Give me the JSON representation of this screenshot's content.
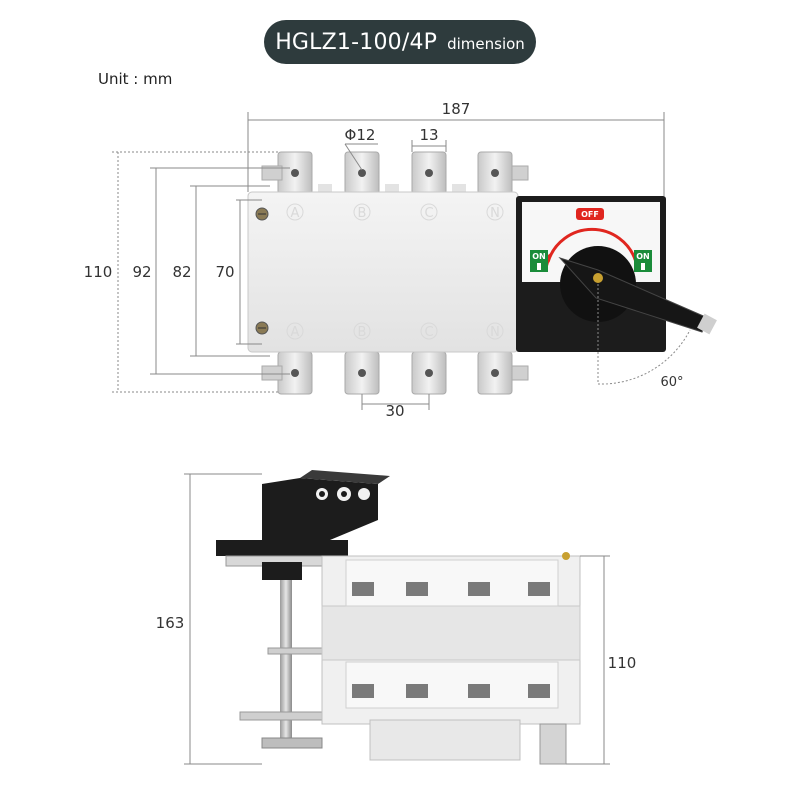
{
  "title": {
    "main": "HGLZ1-100/4P",
    "sub": "dimension"
  },
  "unit_label": "Unit  :  mm",
  "top_view": {
    "dims": {
      "width_overall": "187",
      "hole_diameter": "Φ12",
      "terminal_width": "13",
      "pitch": "30",
      "angle": "60°",
      "height_110": "110",
      "height_92": "92",
      "height_82": "82",
      "height_70": "70"
    },
    "phase_labels": [
      "A",
      "B",
      "C",
      "N"
    ],
    "handle_labels": {
      "off": "OFF",
      "on_left": "ON",
      "on_right": "ON"
    }
  },
  "side_view": {
    "dims": {
      "height_163": "163",
      "height_110": "110"
    }
  },
  "colors": {
    "title_bg": "#2e3b3d",
    "handle_black": "#1a1a1a",
    "off_red": "#e0261f",
    "on_green": "#1a8c3a",
    "body_gray": "#eeeeee"
  }
}
